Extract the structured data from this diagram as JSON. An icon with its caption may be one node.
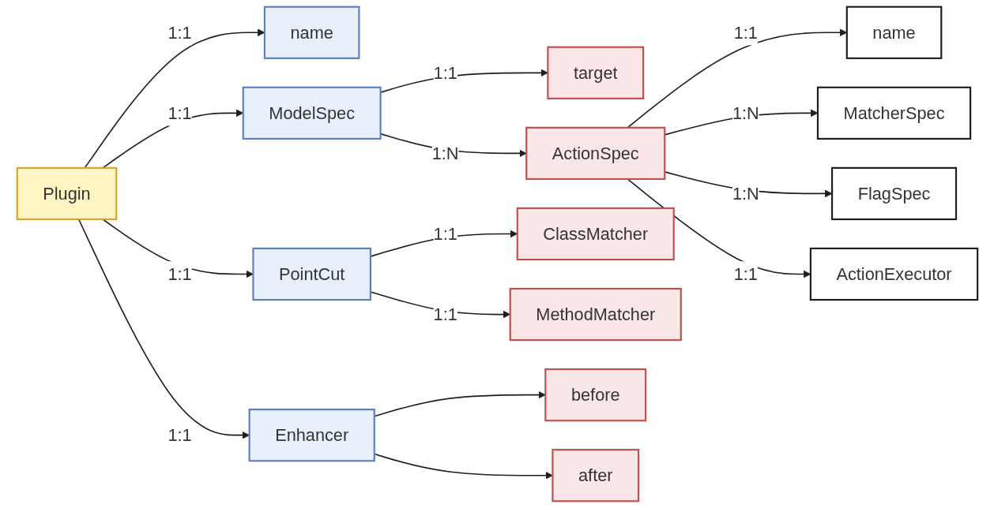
{
  "diagram": {
    "nodes": [
      {
        "text": [
          "Plugin"
        ]
      },
      {
        "text": [
          "name"
        ]
      },
      {
        "text": [
          "ModelSpec"
        ]
      },
      {
        "text": [
          "PointCut"
        ]
      },
      {
        "text": [
          "Enhancer"
        ]
      },
      {
        "text": [
          "target"
        ]
      },
      {
        "text": [
          "ActionSpec"
        ]
      },
      {
        "text": [
          "ClassMatcher"
        ]
      },
      {
        "text": [
          "MethodMatcher"
        ]
      },
      {
        "text": [
          "before"
        ]
      },
      {
        "text": [
          "after"
        ]
      },
      {
        "text": [
          "name"
        ]
      },
      {
        "text": [
          "MatcherSpec"
        ]
      },
      {
        "text": [
          "FlagSpec"
        ]
      },
      {
        "text": [
          "ActionExecutor"
        ]
      }
    ],
    "edges": [
      {
        "from": 0,
        "to": 1,
        "arrow": "to",
        "label": "1:1"
      },
      {
        "from": 0,
        "to": 2,
        "arrow": "to",
        "label": "1:1"
      },
      {
        "from": 0,
        "to": 3,
        "arrow": "to",
        "label": "1:1"
      },
      {
        "from": 0,
        "to": 4,
        "arrow": "to",
        "label": "1:1"
      },
      {
        "from": 2,
        "to": 5,
        "arrow": "to",
        "label": "1:1"
      },
      {
        "from": 2,
        "to": 6,
        "arrow": "to",
        "label": "1:N"
      },
      {
        "from": 3,
        "to": 7,
        "arrow": "to",
        "label": "1:1"
      },
      {
        "from": 3,
        "to": 8,
        "arrow": "to",
        "label": "1:1"
      },
      {
        "from": 4,
        "to": 9,
        "arrow": "to"
      },
      {
        "from": 4,
        "to": 10,
        "arrow": "to"
      },
      {
        "from": 6,
        "to": 11,
        "arrow": "to",
        "label": "1:1"
      },
      {
        "from": 6,
        "to": 12,
        "arrow": "to",
        "label": "1:N"
      },
      {
        "from": 6,
        "to": 13,
        "arrow": "to",
        "label": "1:N"
      },
      {
        "from": 6,
        "to": 14,
        "arrow": "to",
        "label": "1:1"
      }
    ]
  }
}
